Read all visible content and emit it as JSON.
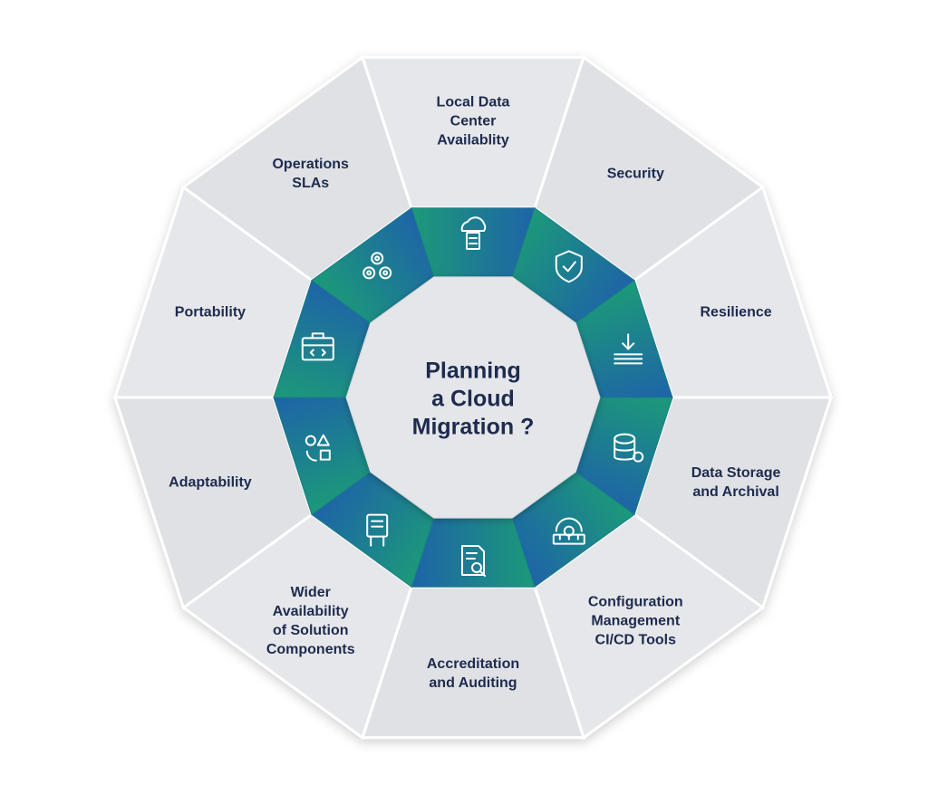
{
  "title_lines": [
    "Planning",
    "a Cloud",
    "Migration ?"
  ],
  "segments": [
    {
      "lines": [
        "Local Data",
        "Center",
        "Availablity"
      ],
      "icon": "cloud-server-icon"
    },
    {
      "lines": [
        "Security"
      ],
      "icon": "shield-check-icon"
    },
    {
      "lines": [
        "Resilience"
      ],
      "icon": "download-layers-icon"
    },
    {
      "lines": [
        "Data Storage",
        "and Archival"
      ],
      "icon": "database-gear-icon"
    },
    {
      "lines": [
        "Configuration",
        "Management",
        "CI/CD Tools"
      ],
      "icon": "gear-ruler-icon"
    },
    {
      "lines": [
        "Accreditation",
        "and Auditing"
      ],
      "icon": "document-search-icon"
    },
    {
      "lines": [
        "Wider",
        "Availability",
        "of Solution",
        "Components"
      ],
      "icon": "kiosk-board-icon"
    },
    {
      "lines": [
        "Adaptability"
      ],
      "icon": "shapes-cycle-icon"
    },
    {
      "lines": [
        "Portability"
      ],
      "icon": "code-briefcase-icon"
    },
    {
      "lines": [
        "Operations",
        "SLAs"
      ],
      "icon": "gears-icon"
    }
  ],
  "colors": {
    "outer_fill": "#e4e6ea",
    "outer_divider": "#ffffff",
    "ring_teal": "#1b9a78",
    "ring_blue": "#1e63a8",
    "center_fill": "#e4e6ea",
    "text": "#1e2b4f",
    "icon": "#ffffff"
  }
}
